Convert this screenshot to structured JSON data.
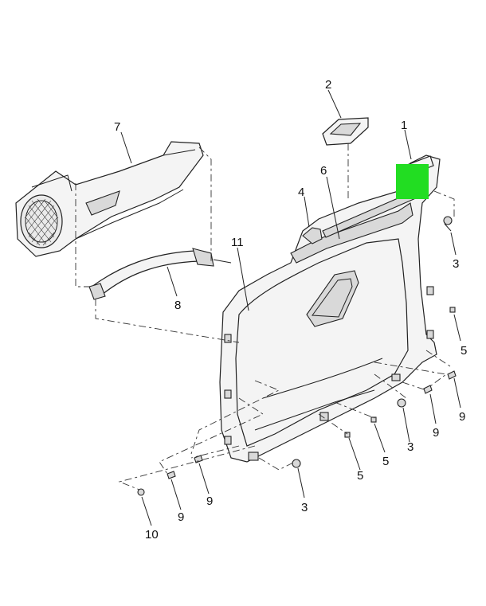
{
  "diagram": {
    "highlight_color": "#22dd22",
    "callouts": [
      {
        "id": "c1",
        "text": "1"
      },
      {
        "id": "c2",
        "text": "2"
      },
      {
        "id": "c3a",
        "text": "3"
      },
      {
        "id": "c3b",
        "text": "3"
      },
      {
        "id": "c3c",
        "text": "3"
      },
      {
        "id": "c4",
        "text": "4"
      },
      {
        "id": "c5a",
        "text": "5"
      },
      {
        "id": "c5b",
        "text": "5"
      },
      {
        "id": "c5c",
        "text": "5"
      },
      {
        "id": "c6",
        "text": "6"
      },
      {
        "id": "c7",
        "text": "7"
      },
      {
        "id": "c8",
        "text": "8"
      },
      {
        "id": "c9a",
        "text": "9"
      },
      {
        "id": "c9b",
        "text": "9"
      },
      {
        "id": "c9c",
        "text": "9"
      },
      {
        "id": "c9d",
        "text": "9"
      },
      {
        "id": "c10",
        "text": "10"
      },
      {
        "id": "c11",
        "text": "11"
      }
    ]
  }
}
